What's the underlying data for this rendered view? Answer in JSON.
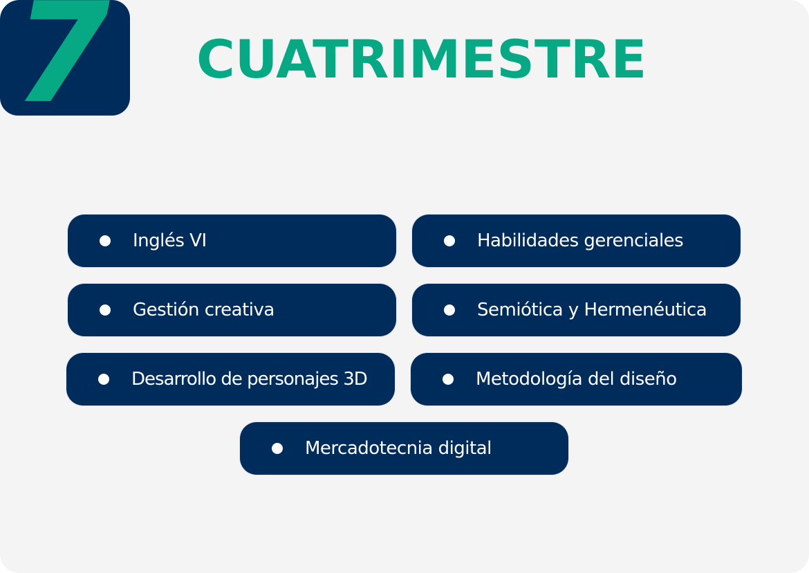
{
  "badge": {
    "number": "7"
  },
  "title": "CUATRIMESTRE",
  "subjects": [
    "Inglés VI",
    "Habilidades gerenciales",
    "Gestión creativa",
    "Semiótica y Hermenéutica",
    "Desarrollo de personajes 3D",
    "Metodología del diseño",
    "Mercadotecnia digital"
  ],
  "colors": {
    "navy": "#002c5c",
    "green": "#07a884",
    "background": "#f4f4f5"
  }
}
